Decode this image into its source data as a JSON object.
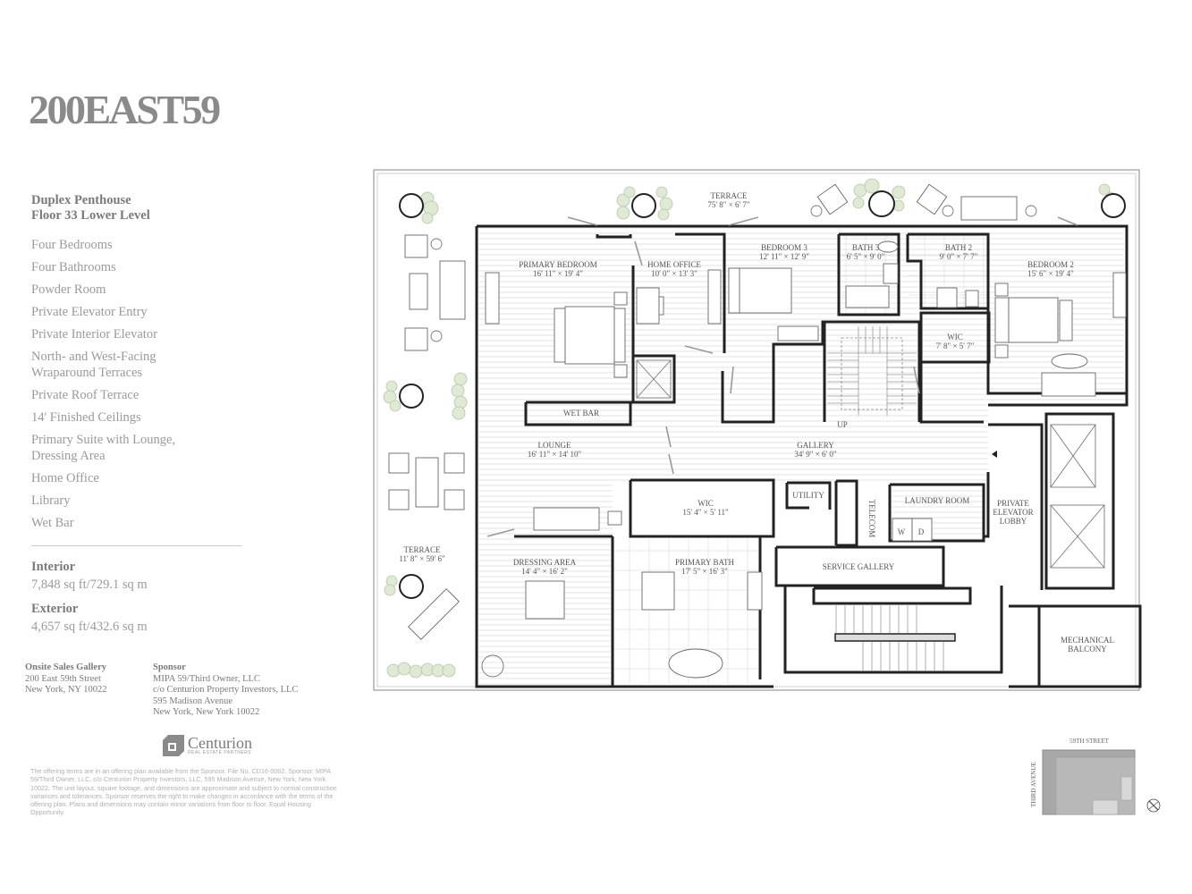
{
  "brand": {
    "logo": "200EAST59"
  },
  "unit": {
    "title_line1": "Duplex Penthouse",
    "title_line2": "Floor 33 Lower Level"
  },
  "features": [
    "Four Bedrooms",
    "Four Bathrooms",
    "Powder Room",
    "Private Elevator Entry",
    "Private Interior Elevator",
    "North- and West-Facing Wraparound Terraces",
    "Private Roof Terrace",
    "14' Finished Ceilings",
    "Primary Suite with Lounge, Dressing Area",
    "Home Office",
    "Library",
    "Wet Bar"
  ],
  "areas": {
    "interior_label": "Interior",
    "interior_value": "7,848 sq ft/729.1 sq m",
    "exterior_label": "Exterior",
    "exterior_value": "4,657 sq ft/432.6 sq m"
  },
  "sales_gallery": {
    "heading": "Onsite Sales Gallery",
    "line1": "200 East 59th Street",
    "line2": "New York, NY 10022"
  },
  "sponsor": {
    "heading": "Sponsor",
    "line1": "MIPA 59/Third Owner, LLC",
    "line2": "c/o Centurion Property Investors, LLC",
    "line3": "595 Madison Avenue",
    "line4": "New York, New York 10022"
  },
  "developer_logo": {
    "name": "Centurion",
    "tagline": "REAL ESTATE PARTNERS"
  },
  "legal_text": "The offering terms are in an offering plan available from the Sponsor. File No. CD16-0062. Sponsor: MIPA 59/Third Owner, LLC, c/o Centurion Property Investors, LLC, 595 Madison Avenue, New York, New York 10022. The unit layout, square footage, and dimensions are approximate and subject to normal construction variances and tolerances. Sponsor reserves the right to make changes in accordance with the terms of the offering plan. Plans and dimensions may contain minor variations from floor to floor. Equal Housing Opportunity.",
  "rooms": {
    "terrace_north": {
      "name": "TERRACE",
      "dims": "75' 8\" × 6' 7\""
    },
    "primary_bedroom": {
      "name": "PRIMARY BEDROOM",
      "dims": "16' 11\" × 19' 4\""
    },
    "home_office": {
      "name": "HOME OFFICE",
      "dims": "10' 0\" × 13' 3\""
    },
    "bedroom_3": {
      "name": "BEDROOM 3",
      "dims": "12' 11\" × 12' 9\""
    },
    "bath_3": {
      "name": "BATH 3",
      "dims": "6' 5\" × 9' 0\""
    },
    "bath_2": {
      "name": "BATH 2",
      "dims": "9' 0\" × 7' 7\""
    },
    "bedroom_2": {
      "name": "BEDROOM 2",
      "dims": "15' 6\" × 19' 4\""
    },
    "wic_small": {
      "name": "WIC",
      "dims": "7' 8\" × 5' 7\""
    },
    "wet_bar": {
      "name": "WET BAR"
    },
    "stair_up": {
      "name": "UP"
    },
    "lounge": {
      "name": "LOUNGE",
      "dims": "16' 11\" × 14' 10\""
    },
    "gallery": {
      "name": "GALLERY",
      "dims": "34' 9\" × 6' 0\""
    },
    "wic_large": {
      "name": "WIC",
      "dims": "15' 4\" × 5' 11\""
    },
    "utility": {
      "name": "UTILITY"
    },
    "telecom": {
      "name": "TELECOM"
    },
    "laundry": {
      "name": "LAUNDRY ROOM",
      "washer": "W",
      "dryer": "D"
    },
    "elevator_lobby": {
      "line1": "PRIVATE",
      "line2": "ELEVATOR",
      "line3": "LOBBY"
    },
    "terrace_west": {
      "name": "TERRACE",
      "dims": "11' 8\" × 59' 6\""
    },
    "dressing_area": {
      "name": "DRESSING AREA",
      "dims": "14' 4\" × 16' 2\""
    },
    "primary_bath": {
      "name": "PRIMARY BATH",
      "dims": "17' 5\" × 16' 3\""
    },
    "service_gallery": {
      "name": "SERVICE GALLERY"
    },
    "mechanical_balcony": {
      "line1": "MECHANICAL",
      "line2": "BALCONY"
    }
  },
  "key_plan": {
    "street_top": "59TH STREET",
    "street_side": "THIRD AVENUE"
  },
  "colors": {
    "text_gray": "#8a8a8a",
    "wall": "#222222",
    "tree_green": "#dfe9d4",
    "floor_line": "#d6d6d6"
  }
}
